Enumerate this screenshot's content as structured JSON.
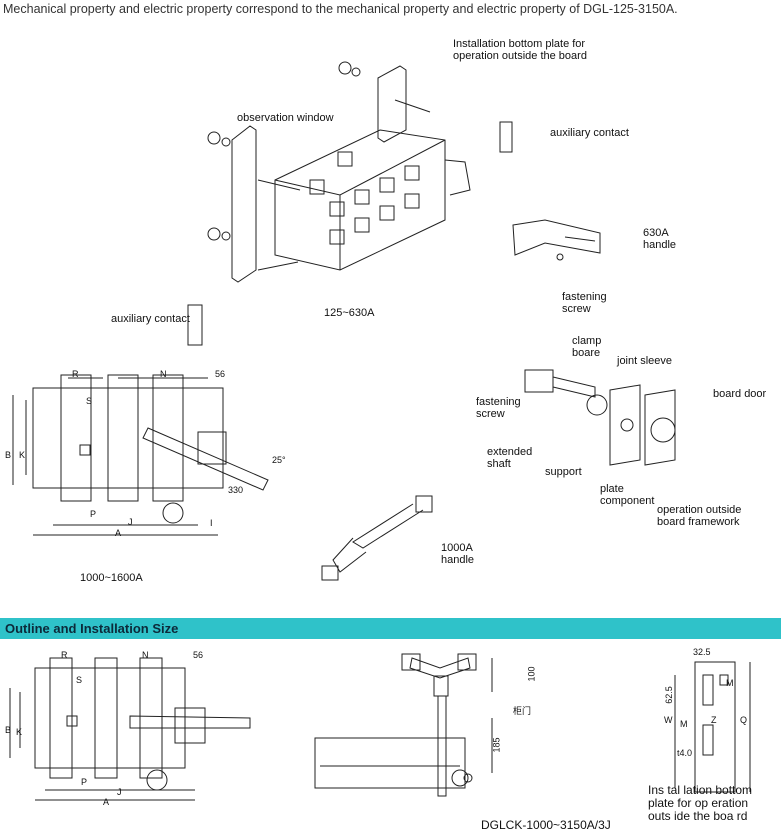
{
  "intro_text": "Mechanical property and electric property correspond to the mechanical property and electric property of DGL-125-3150A.",
  "top_diagram": {
    "labels": {
      "installation_plate": "Installation bottom plate for\noperation outside the board",
      "observation_window": "observation window",
      "auxiliary_contact": "auxiliary contact",
      "handle_630a": "630A\nhandle",
      "fastening_screw": "fastening\nscrew",
      "range": "125~630A"
    }
  },
  "mid_left": {
    "auxiliary_contact": "auxiliary contact",
    "dims": {
      "R": "R",
      "N": "N",
      "d56": "56",
      "S": "S",
      "B": "B",
      "K": "K",
      "P": "P",
      "J": "J",
      "I": "I",
      "A": "A",
      "angle": "25°",
      "d330": "330"
    },
    "range": "1000~1600A"
  },
  "mid_right": {
    "clamp_board": "clamp\nboare",
    "joint_sleeve": "joint sleeve",
    "board_door": "board door",
    "fastening_screw": "fastening\nscrew",
    "extended_shaft": "extended\nshaft",
    "support": "support",
    "plate_component": "plate\ncomponent",
    "operation_outside": "operation outside\nboard framework",
    "handle_1000a": "1000A\nhandle"
  },
  "banner": {
    "title": "Outline and Installation Size",
    "color": "#2fc2c9"
  },
  "bottom": {
    "left_dims": {
      "R": "R",
      "N": "N",
      "d56": "56",
      "S": "S",
      "B": "B",
      "K": "K",
      "P": "P",
      "J": "J",
      "A": "A"
    },
    "center_dims": {
      "d100": "100",
      "d185": "185",
      "cabinet_door": "柜门"
    },
    "right_dims": {
      "d32_5": "32.5",
      "d62_5": "62.5",
      "M": "M",
      "W": "W",
      "Z": "Z",
      "Q": "Q",
      "d4_0": "t4.0"
    },
    "right_caption": "Ins tal lation bottom\nplate for op eration\nouts ide the boa rd",
    "model": "DGLCK-1000~3150A/3J"
  }
}
